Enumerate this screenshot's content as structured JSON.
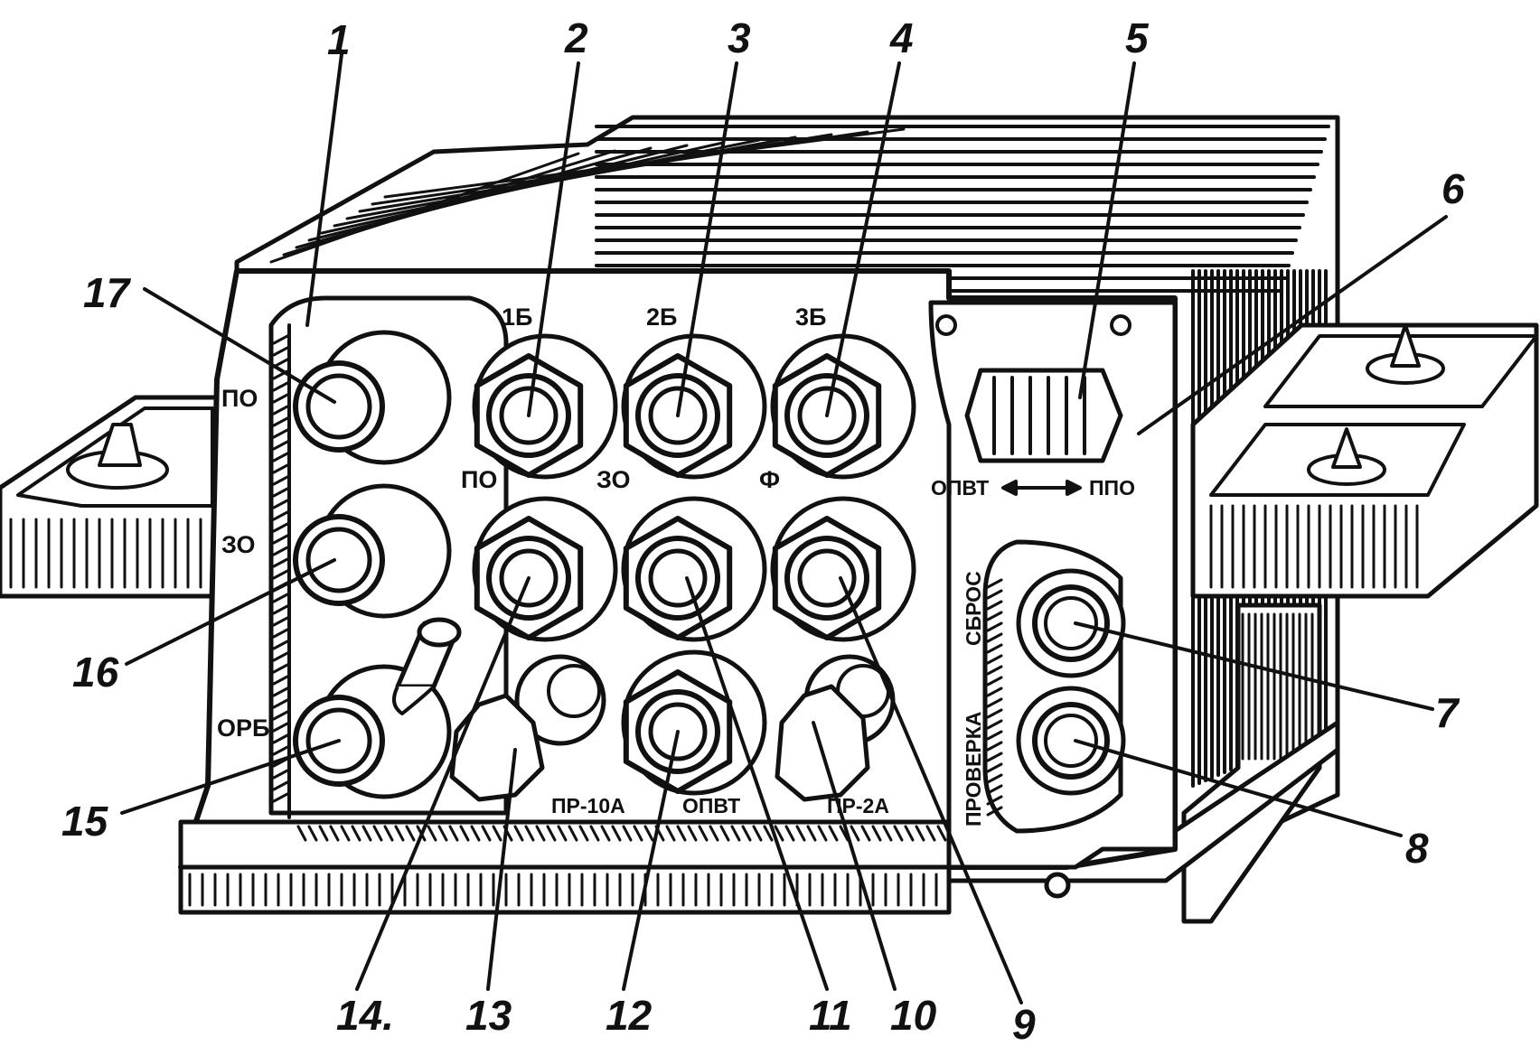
{
  "callouts": [
    "1",
    "2",
    "3",
    "4",
    "5",
    "6",
    "7",
    "8",
    "9",
    "10",
    "11",
    "12",
    "13",
    "14.",
    "15",
    "16",
    "17"
  ],
  "panel_labels": {
    "b1": "1Б",
    "b2": "2Б",
    "b3": "3Б",
    "po": "ПО",
    "zo": "ЗО",
    "f": "Ф",
    "left_po": "ПО",
    "left_zo": "ЗО",
    "left_orb": "ОРБ",
    "pr10": "ПР-10А",
    "opvt_bottom": "ОПВТ",
    "pr2": "ПР-2А",
    "opvt_switch": "ОПВТ",
    "ppo": "ППО",
    "proverka": "ПРОВЕРКА",
    "sbros": "СБРОС"
  }
}
